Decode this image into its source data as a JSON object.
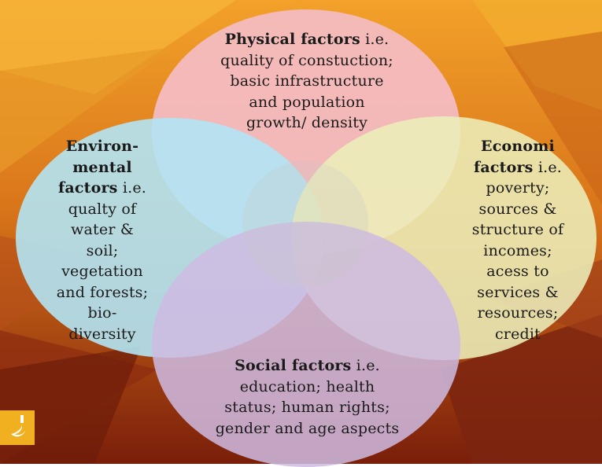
{
  "colors": {
    "physical": "#f4bcc4",
    "environmental": "#b2e4f4",
    "economic": "#ecEEBA",
    "social": "#cebae2",
    "background_orange": "#e8891c",
    "background_red": "#8b2a0e"
  },
  "physical": {
    "title": "Physical factors",
    "ie": " i.e.",
    "lines": [
      "quality of constuction;",
      "basic infrastructure",
      "and population",
      "growth/ density"
    ]
  },
  "environmental": {
    "title_lines": [
      "Environ-",
      "mental",
      "factors"
    ],
    "ie": " i.e.",
    "lines": [
      "qualty of",
      "water &",
      "soil;",
      "vegetation",
      "and forests;",
      "bio-",
      "diversity"
    ]
  },
  "economic": {
    "title_lines": [
      "Economi",
      "factors"
    ],
    "ie": " i.e.",
    "lines": [
      "poverty;",
      "sources &",
      "structure of",
      "incomes;",
      "acess to",
      "services &",
      "resources;",
      "credit"
    ]
  },
  "social": {
    "title": "Social factors",
    "ie": " i.e.",
    "lines": [
      "education; health",
      "status; human rights;",
      "gender and age aspects"
    ]
  },
  "logo_icon": "crescent-logo-icon"
}
